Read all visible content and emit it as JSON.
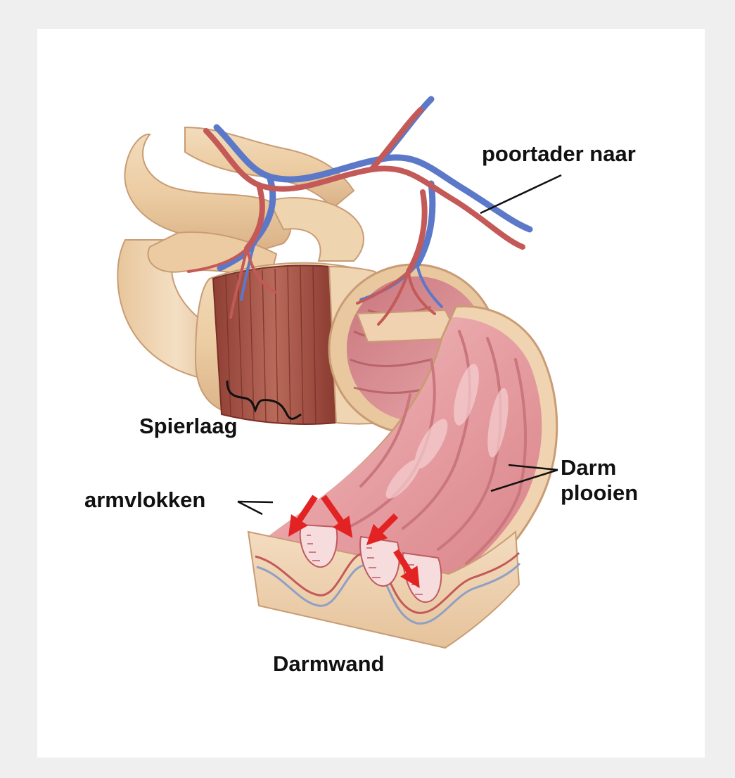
{
  "labels": {
    "poortader": "poortader naar",
    "spierlaag": "Spierlaag",
    "darmplooien_line1": "Darm",
    "darmplooien_line2": "plooien",
    "darmvlokken": "armvlokken",
    "darmwand": "Darmwand"
  },
  "colors": {
    "background": "#efefef",
    "panel": "#ffffff",
    "intestine_outer": "#ecd0a8",
    "muscle_layer": "#a8584a",
    "mucosa": "#e9a6a8",
    "artery": "#c45a58",
    "vein": "#5c78c8",
    "arrow": "#e32323"
  },
  "icons": [
    "red-arrow-icon"
  ]
}
